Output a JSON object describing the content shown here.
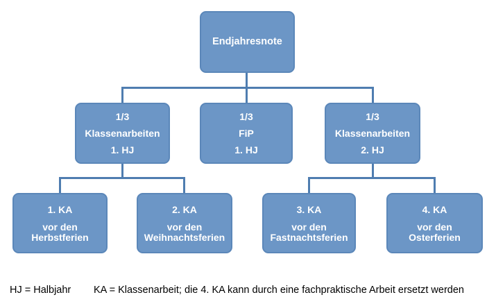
{
  "colors": {
    "box_fill": "#6C96C6",
    "box_border": "#5B87B9",
    "connector": "#4F7DB0",
    "box_text": "#FFFFFF",
    "legend_text": "#000000",
    "background": "#FFFFFF"
  },
  "tree": {
    "root": {
      "label": "Endjahresnote"
    },
    "branches": [
      {
        "lines": [
          "1/3",
          "Klassenarbeiten",
          "1. HJ"
        ]
      },
      {
        "lines": [
          "1/3",
          "FiP",
          "1. HJ"
        ]
      },
      {
        "lines": [
          "1/3",
          "Klassenarbeiten",
          "2. HJ"
        ]
      }
    ],
    "leaves": [
      {
        "title": "1. KA",
        "sub_line1": "vor den",
        "sub_line2": "Herbstferien"
      },
      {
        "title": "2. KA",
        "sub_line1": "vor den",
        "sub_line2": "Weihnachtsferien"
      },
      {
        "title": "3. KA",
        "sub_line1": "vor den",
        "sub_line2": "Fastnachtsferien"
      },
      {
        "title": "4. KA",
        "sub_line1": "vor den",
        "sub_line2": "Osterferien"
      }
    ]
  },
  "legend": {
    "hj": "HJ = Halbjahr",
    "ka": "KA = Klassenarbeit; die 4. KA kann durch eine fachpraktische Arbeit ersetzt werden"
  }
}
